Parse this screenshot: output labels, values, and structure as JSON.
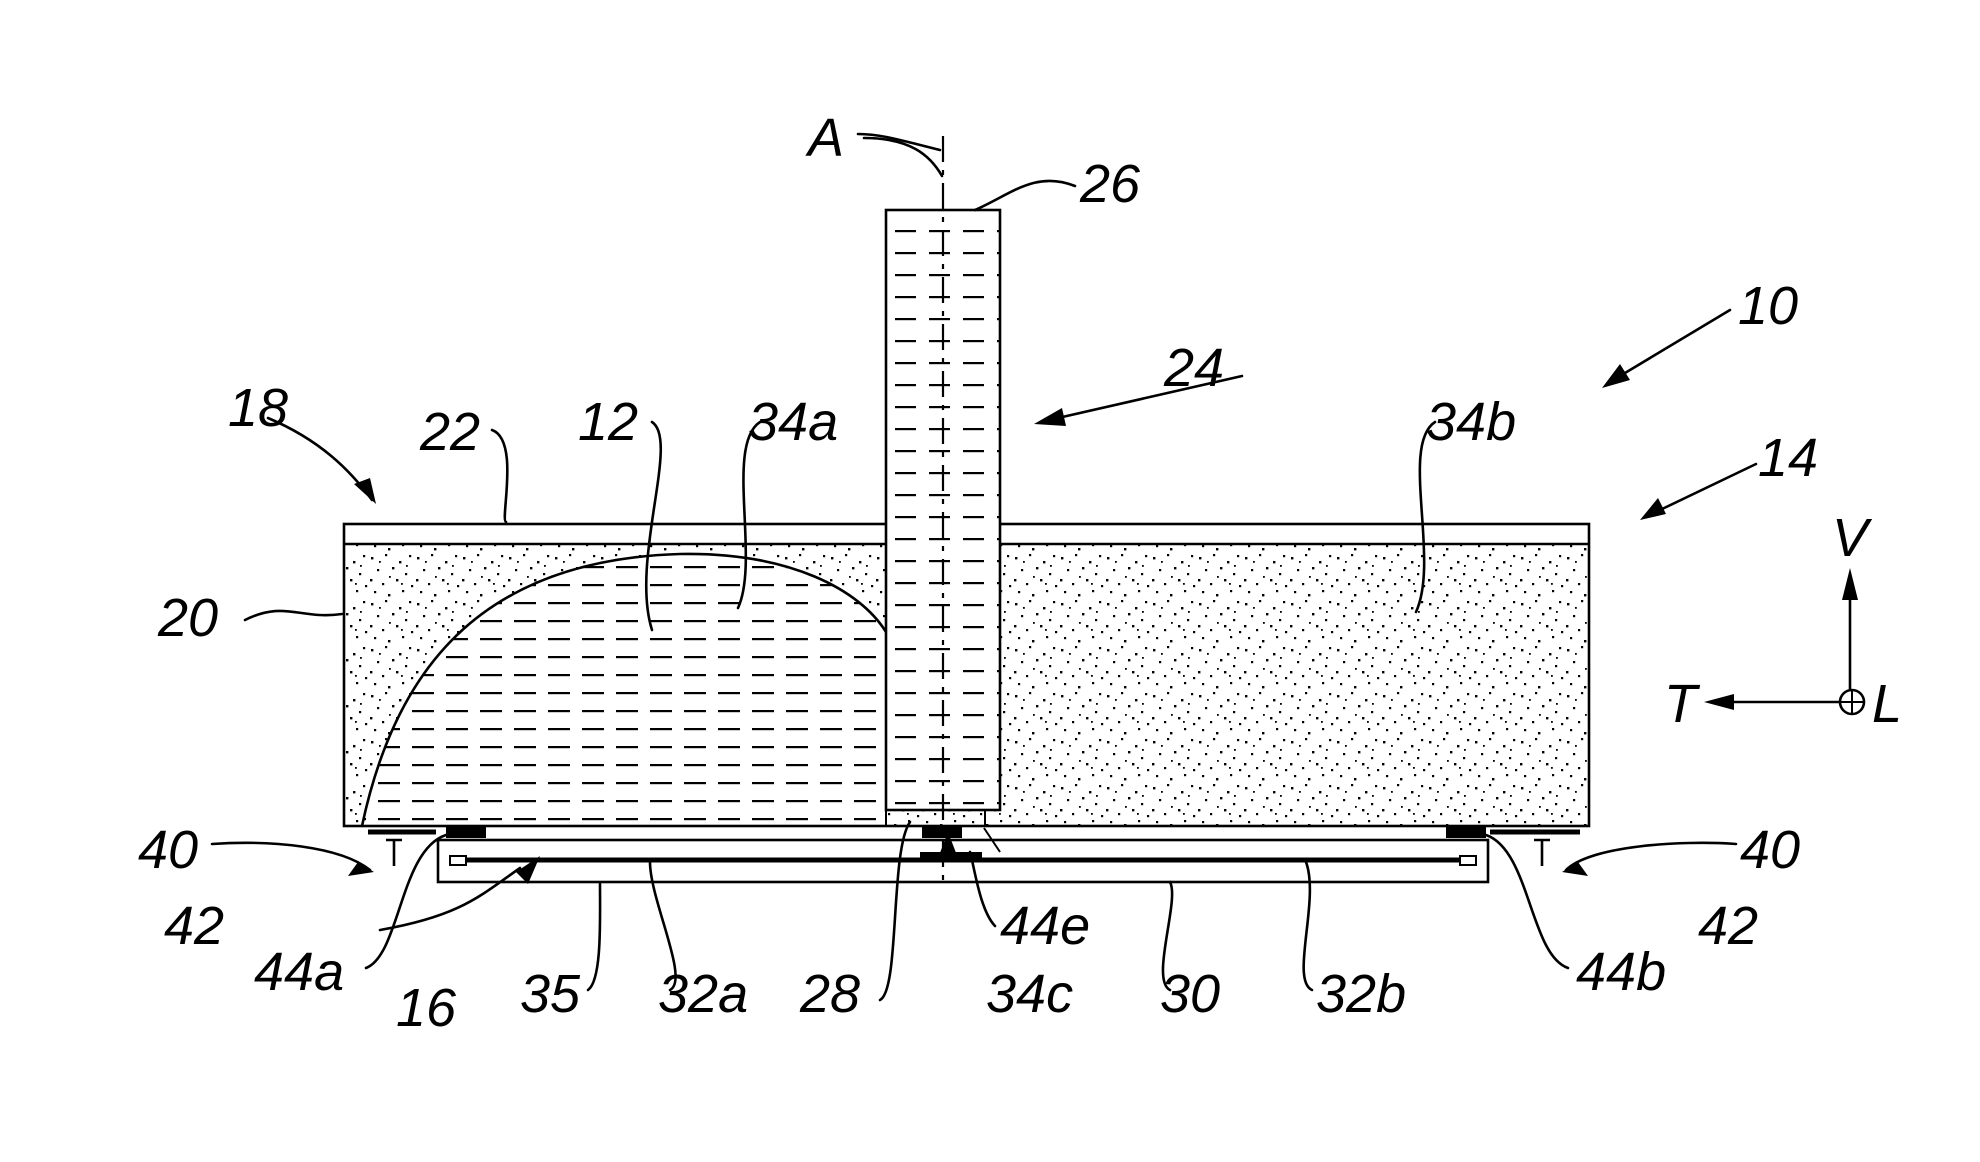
{
  "figure": {
    "axis_label": "A",
    "directions": {
      "vertical": "V",
      "transverse": "T",
      "longitudinal": "L"
    },
    "labels": {
      "r10": "10",
      "r12": "12",
      "r14": "14",
      "r16": "16",
      "r18": "18",
      "r20": "20",
      "r22": "22",
      "r24": "24",
      "r26": "26",
      "r28": "28",
      "r30": "30",
      "r32a": "32a",
      "r32b": "32b",
      "r34a": "34a",
      "r34b": "34b",
      "r34c": "34c",
      "r35": "35",
      "r40l": "40",
      "r40r": "40",
      "r42l": "42",
      "r42r": "42",
      "r44a": "44a",
      "r44b": "44b",
      "r44e": "44e"
    }
  }
}
